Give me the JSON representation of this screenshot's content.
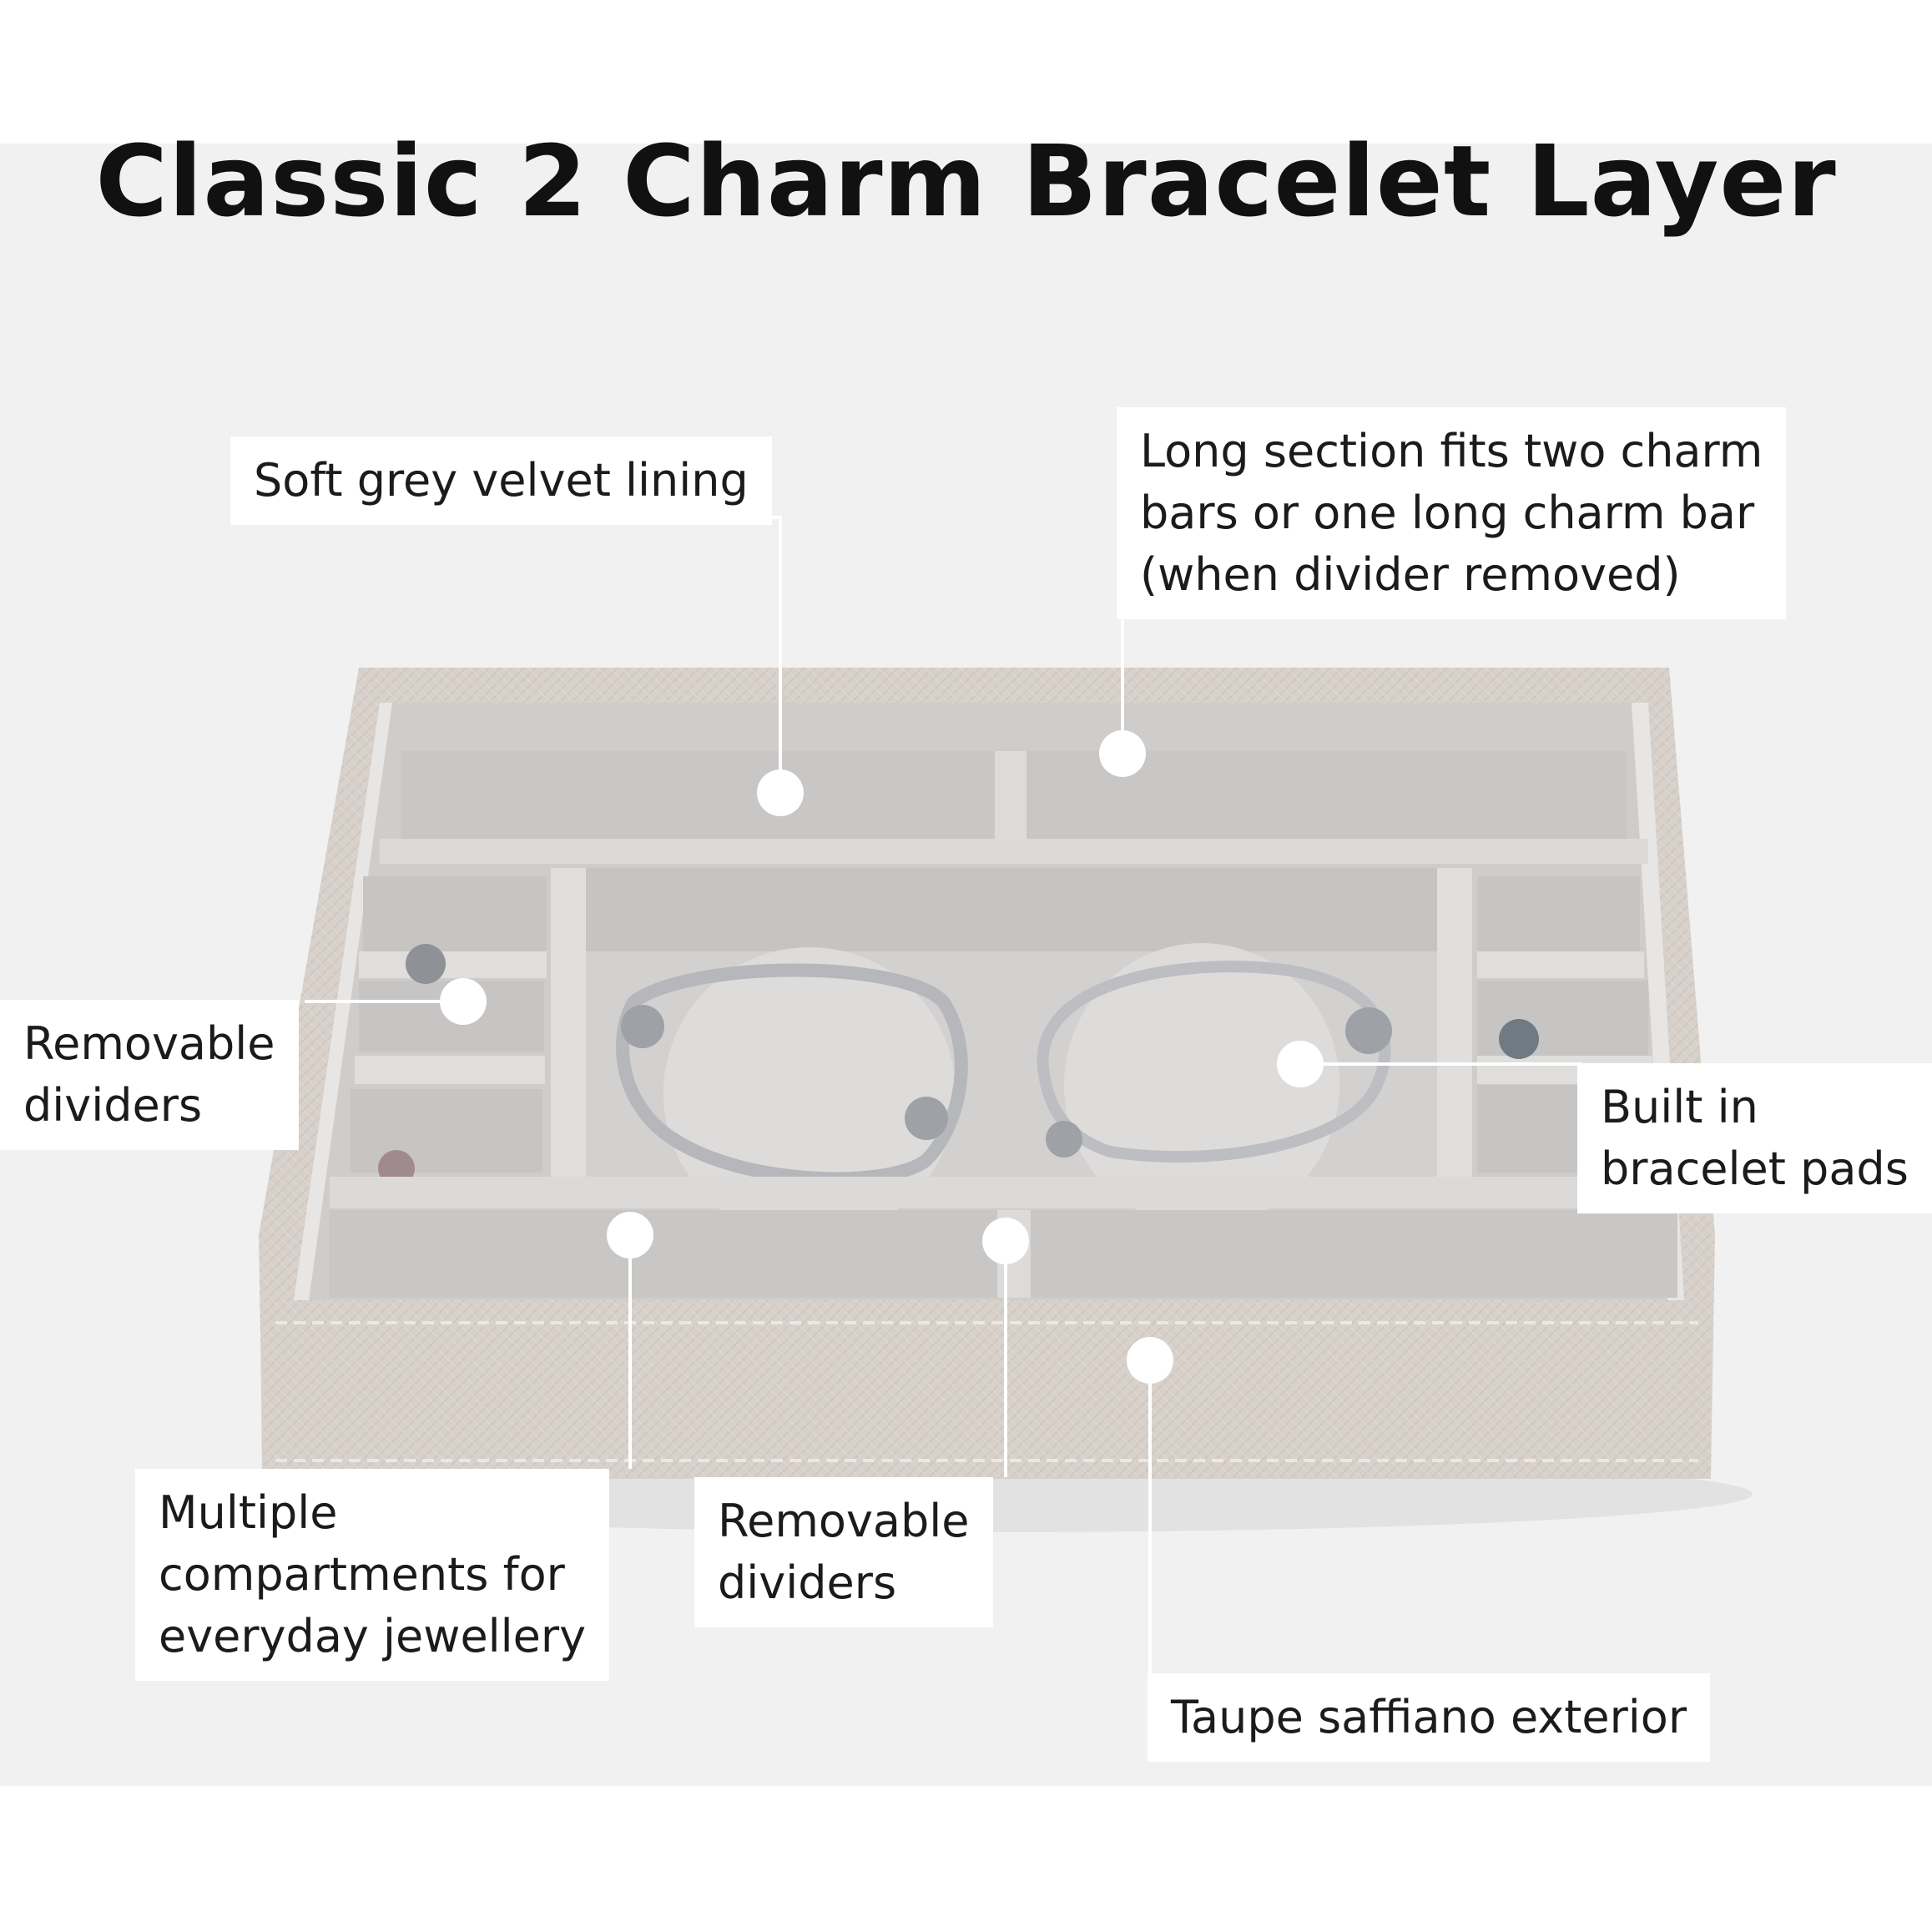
{
  "title": "Classic 2 Charm Bracelet Layer",
  "callouts": {
    "velvet_lining": [
      "Soft grey velvet lining"
    ],
    "long_section": [
      "Long section fits two charm",
      "bars or one long charm bar",
      "(when divider removed)"
    ],
    "removable_dividers_left": [
      "Removable",
      "dividers"
    ],
    "bracelet_pads": [
      "Built in",
      "bracelet pads"
    ],
    "multiple_compartments": [
      "Multiple",
      "compartments for",
      "everyday jewellery"
    ],
    "removable_dividers_bottom": [
      "Removable",
      "dividers"
    ],
    "exterior": [
      "Taupe saffiano exterior"
    ]
  },
  "colors": {
    "background": "#f1f1f1",
    "exterior_taupe": "#d9d2cc",
    "velvet_grey": "#cfcdcc",
    "pad_grey": "#dedcdb",
    "marker_white": "#ffffff"
  }
}
